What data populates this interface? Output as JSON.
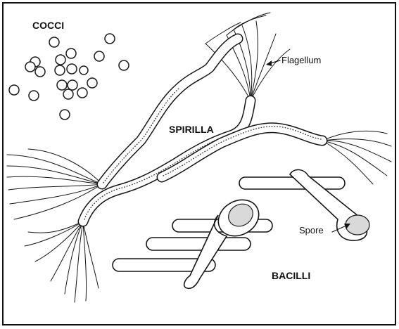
{
  "labels": {
    "cocci": "COCCI",
    "flagellum": "Flagellum",
    "spirilla": "SPIRILLA",
    "spore": "Spore",
    "bacilli": "BACILLI"
  },
  "colors": {
    "ink": "#151515",
    "paper": "#ffffff",
    "spore_fill": "#d9d9d9"
  }
}
